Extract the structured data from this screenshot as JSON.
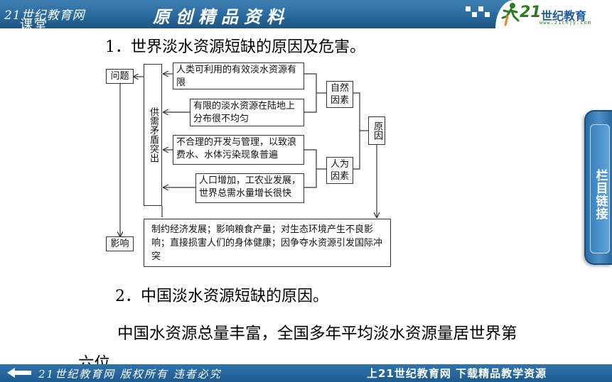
{
  "header": {
    "brand": "21世纪教育网",
    "slogan": "原创精品资料",
    "class_tag": "课堂",
    "logo_number": "21",
    "logo_text": "世纪教育",
    "logo_url": "www.21cnjy.com"
  },
  "content": {
    "heading_1": "1．世界淡水资源短缺的原因及危害。",
    "heading_2": "2．中国淡水资源短缺的原因。",
    "paragraph_line_1": "中国水资源总量丰富，全国多年平均淡水资源量居世界第",
    "paragraph_line_2": "六位，"
  },
  "diagram": {
    "problem_label": "问题",
    "impact_label": "影响",
    "conflict_label": "供需矛盾突出",
    "natural_label": "自然因素",
    "human_label": "人为因素",
    "cause_label": "原因",
    "reason_1": "人类可利用的有效淡水资源有限",
    "reason_2": "有限的淡水资源在陆地上分布很不均匀",
    "reason_3": "不合理的开发与管理，以致浪费水、水体污染现象普遍",
    "reason_4": "人口增加，工农业发展，世界总需水量增长很快",
    "impact_text": "制约经济发展；影响粮食产量；对生态环境产生不良影响；直接损害人们的身体健康；因争夺水资源引发国际冲突"
  },
  "side_tab": {
    "label": "栏目链接"
  },
  "footer": {
    "copyright": "21世纪教育网 版权所有 违者必究",
    "promo": "上21世纪教育网 下载精品教学资源"
  },
  "colors": {
    "header_blue": "#2a6a9e",
    "footer_blue": "#1d5b90",
    "logo_green": "#2f7a23",
    "logo_blue": "#1f5aa0",
    "tab_blue": "#3a82c0"
  }
}
